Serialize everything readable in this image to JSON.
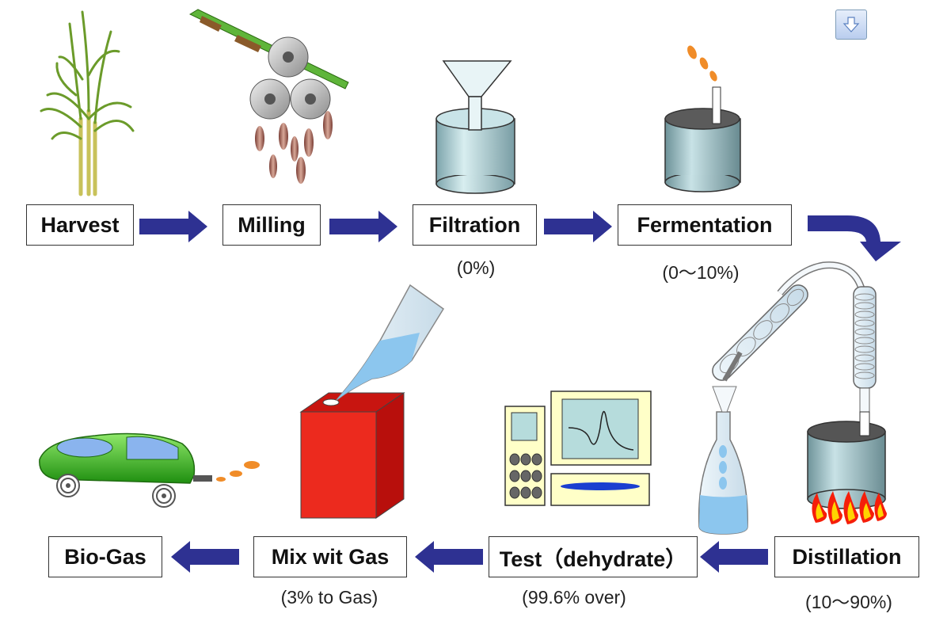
{
  "steps": {
    "harvest": "Harvest",
    "milling": "Milling",
    "filtration": "Filtration",
    "fermentation": "Fermentation",
    "distillation": "Distillation",
    "test": "Test（dehydrate）",
    "mix": "Mix wit Gas",
    "biogas": "Bio-Gas"
  },
  "notes": {
    "filtration": "(0%)",
    "fermentation": "(0～10%)",
    "distillation": "(10～90%)",
    "test": "(99.6% over)",
    "mix": "(3% to Gas)"
  },
  "icons": {
    "download": "download-arrow-icon"
  },
  "colors": {
    "arrow": "#2e3192",
    "tank": "#9fc6cc",
    "container": "#e0201c",
    "car": "#39c51a",
    "liquid": "#a8d2f0"
  }
}
